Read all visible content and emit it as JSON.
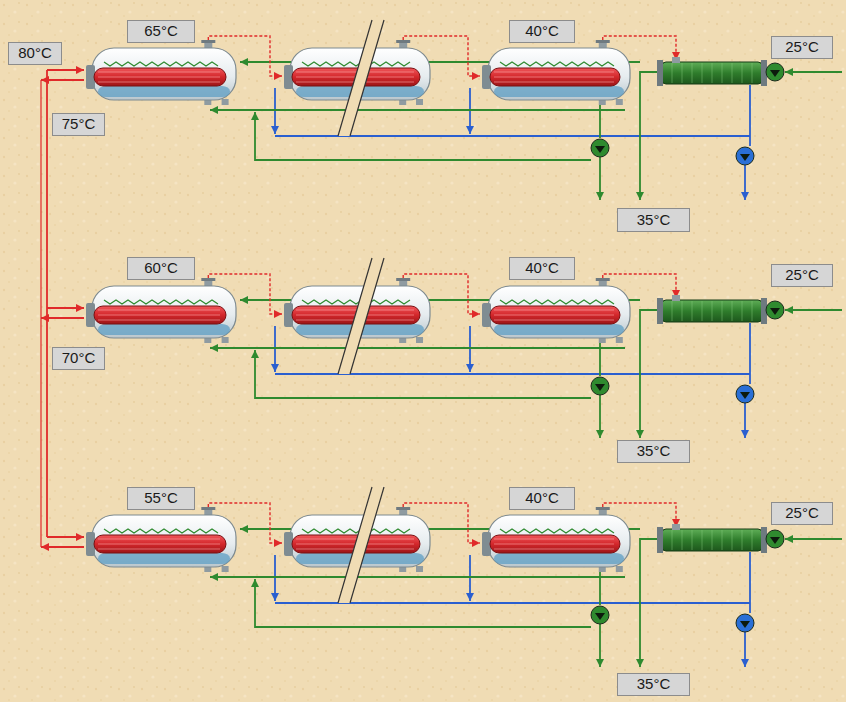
{
  "diagram": {
    "nodes": [
      {
        "text": [
          "80°C"
        ]
      },
      {
        "text": [
          "65°C"
        ]
      },
      {
        "text": [
          "40°C"
        ]
      },
      {
        "text": [
          "25°C"
        ]
      },
      {
        "text": [
          "75°C"
        ]
      },
      {
        "text": [
          "35°C"
        ]
      },
      {
        "text": [
          "60°C"
        ]
      },
      {
        "text": [
          "40°C"
        ]
      },
      {
        "text": [
          "25°C"
        ]
      },
      {
        "text": [
          "70°C"
        ]
      },
      {
        "text": [
          "35°C"
        ]
      },
      {
        "text": [
          "55°C"
        ]
      },
      {
        "text": [
          "40°C"
        ]
      },
      {
        "text": [
          "25°C"
        ]
      },
      {
        "text": [
          "35°C"
        ]
      }
    ]
  }
}
